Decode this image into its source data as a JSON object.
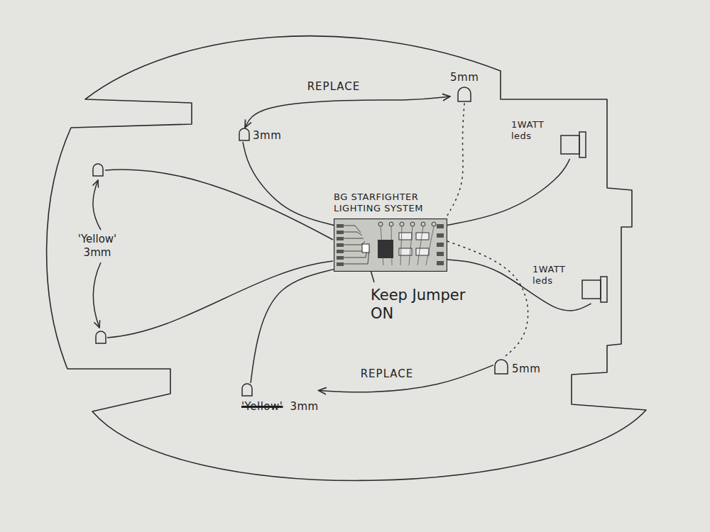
{
  "diagram": {
    "nodes": [
      {
        "text": [
          "BG STARFIGHTER LIGHTING SYSTEM"
        ]
      },
      {
        "text": [
          "3mm"
        ]
      },
      {
        "text": [
          "5mm"
        ]
      },
      {
        "text": [
          "1WATT leds"
        ]
      },
      {
        "text": [
          "1WATT leds"
        ]
      },
      {
        "text": [
          "5mm"
        ]
      },
      {
        "text": [
          "'Yellow'",
          "3mm"
        ]
      }
    ],
    "edges": [
      {
        "from": 0,
        "to": 1,
        "arrow": "none"
      },
      {
        "from": 0,
        "to": 2,
        "arrow": "none"
      },
      {
        "from": 0,
        "to": 3,
        "arrow": "none"
      },
      {
        "from": 0,
        "to": 4,
        "arrow": "none"
      },
      {
        "from": 0,
        "to": 5,
        "arrow": "none"
      },
      {
        "from": 0,
        "to": 6,
        "arrow": "none"
      },
      {
        "from": 1,
        "to": 2,
        "label": "REPLACE",
        "arrow": "both"
      },
      {
        "from": 5,
        "to": 6,
        "label": "REPLACE",
        "arrow": "to"
      }
    ],
    "labels": [
      "'Yellow' 3mm",
      "Keep Jumper ON"
    ]
  }
}
